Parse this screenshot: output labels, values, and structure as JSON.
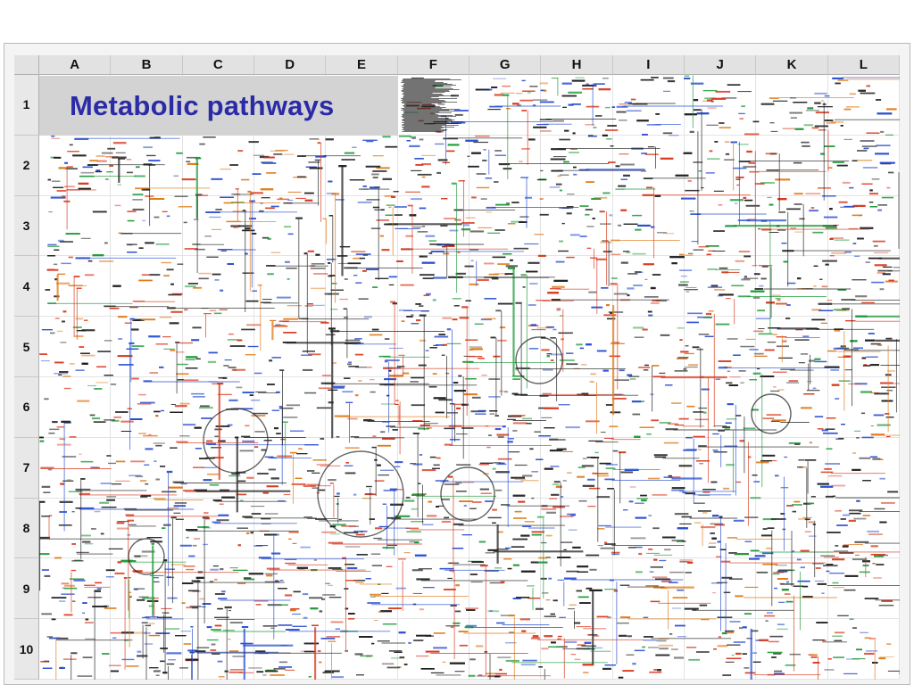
{
  "title": "Metabolic pathways",
  "grid": {
    "columns": [
      "A",
      "B",
      "C",
      "D",
      "E",
      "F",
      "G",
      "H",
      "I",
      "J",
      "K",
      "L"
    ],
    "rows": [
      "1",
      "2",
      "3",
      "4",
      "5",
      "6",
      "7",
      "8",
      "9",
      "10"
    ]
  },
  "colors": {
    "title_text": "#2b2ba8",
    "title_box": "#d3d3d3",
    "pathway_black": "#222222",
    "pathway_blue": "#2a4fd0",
    "pathway_red": "#d83a1e",
    "pathway_green": "#1f9a3a",
    "pathway_orange": "#e07a1a"
  }
}
